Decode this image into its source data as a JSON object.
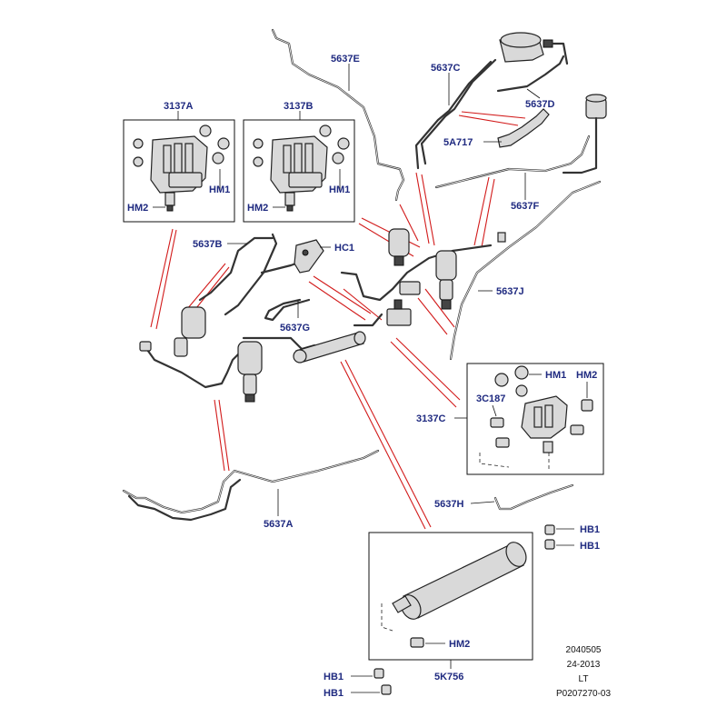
{
  "labels": {
    "l_5637E": "5637E",
    "l_5637C": "5637C",
    "l_5637D": "5637D",
    "l_5A717": "5A717",
    "l_5637F": "5637F",
    "l_3137A": "3137A",
    "l_3137B": "3137B",
    "l_HM1_a": "HM1",
    "l_HM2_a": "HM2",
    "l_HM1_b": "HM1",
    "l_HM2_b": "HM2",
    "l_5637B": "5637B",
    "l_HC1": "HC1",
    "l_5637J": "5637J",
    "l_5637G": "5637G",
    "l_HM1_c": "HM1",
    "l_HM2_c": "HM2",
    "l_3C187": "3C187",
    "l_3137C": "3137C",
    "l_5637H": "5637H",
    "l_5637A": "5637A",
    "l_HB1_a": "HB1",
    "l_HB1_b": "HB1",
    "l_HM2_d": "HM2",
    "l_5K756": "5K756",
    "l_HB1_c": "HB1",
    "l_HB1_d": "HB1"
  },
  "reference": {
    "line1": "2040505",
    "line2": "24-2013",
    "line3": "LT",
    "line4": "P0207270-03"
  },
  "colors": {
    "label": "#1f2a80",
    "callout": "#d21b1b"
  }
}
